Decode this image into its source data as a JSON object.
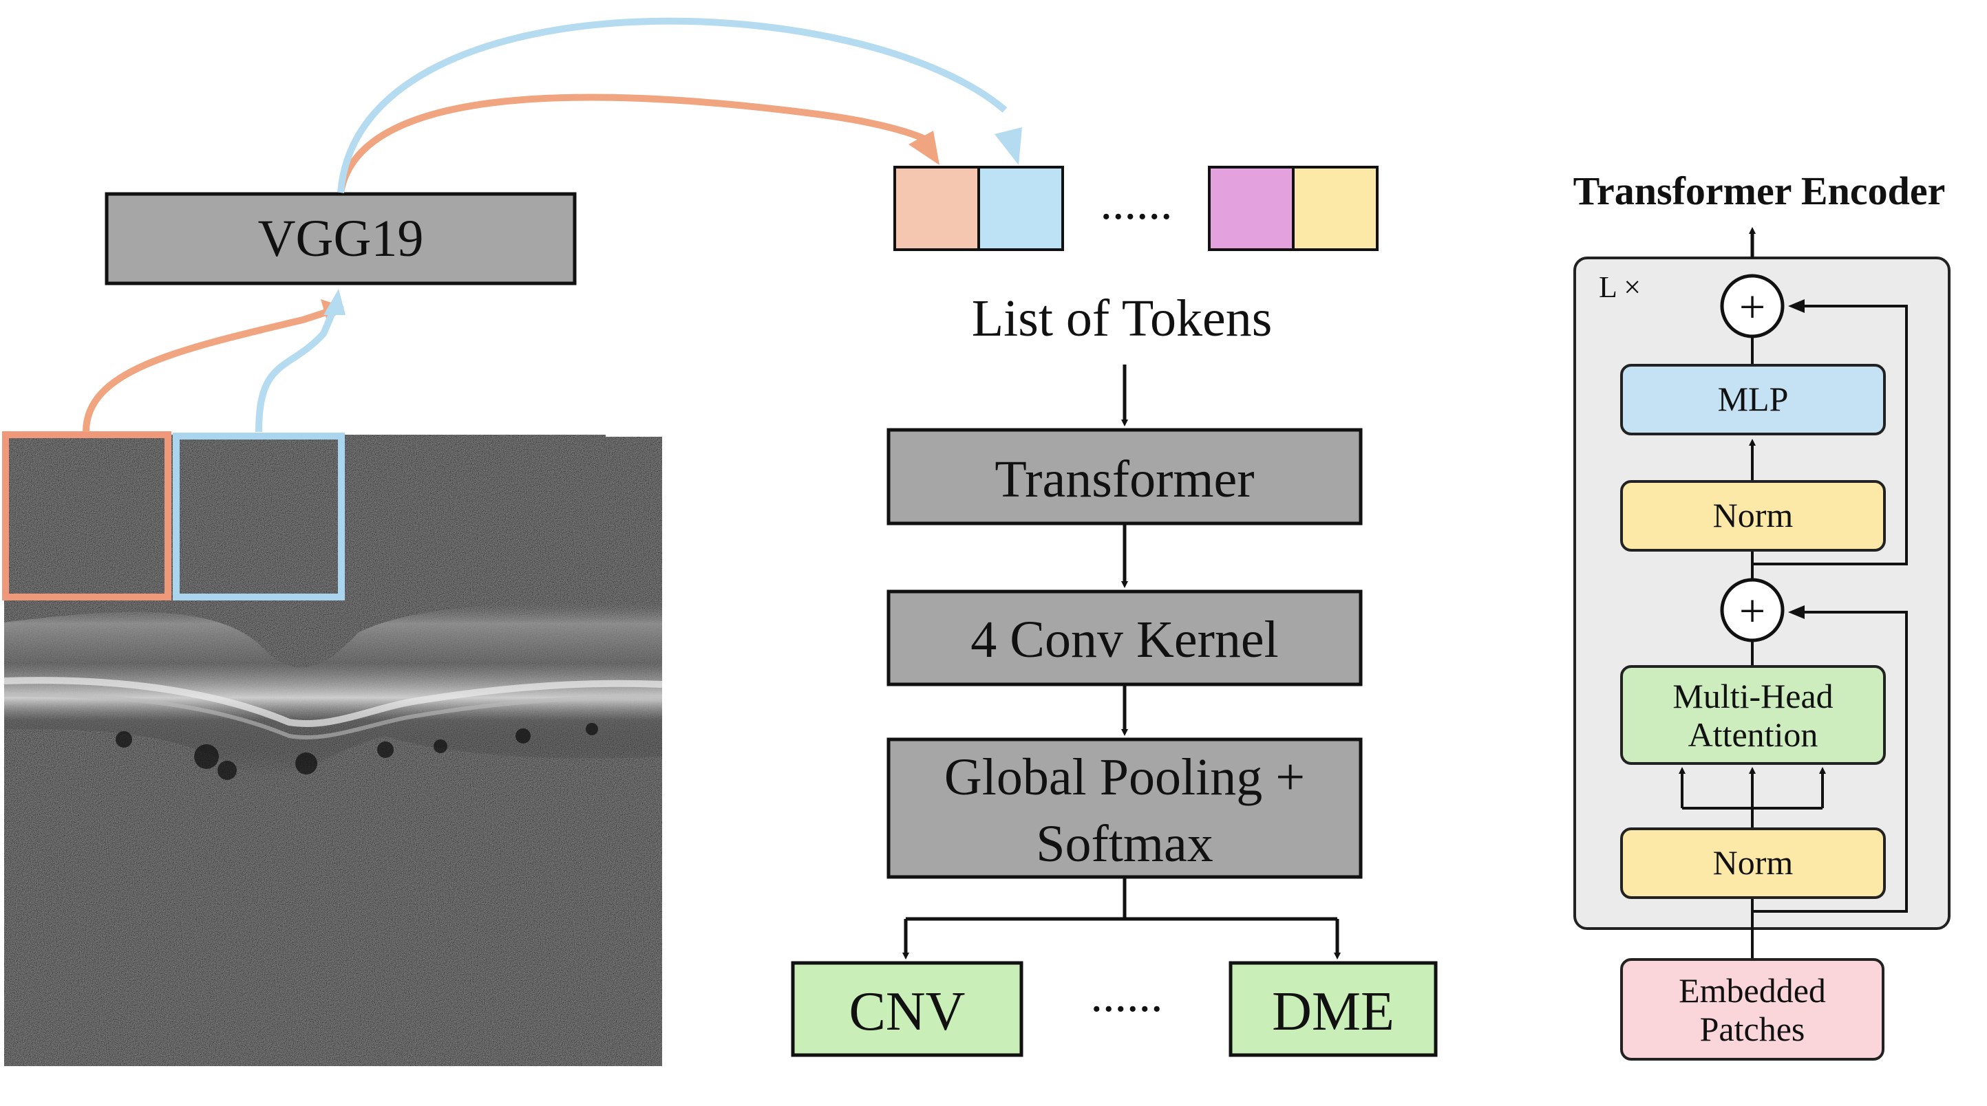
{
  "vgg": {
    "label": "VGG19"
  },
  "tokens": {
    "dots": "......",
    "caption": "List of Tokens"
  },
  "pipeline": {
    "transformer": "Transformer",
    "conv": "4 Conv Kernel",
    "pooling_line1": "Global Pooling +",
    "pooling_line2": "Softmax",
    "output_left": "CNV",
    "output_dots": "......",
    "output_right": "DME"
  },
  "encoder": {
    "title": "Transformer Encoder",
    "repeat": "L ×",
    "plus_symbol": "+",
    "mlp": "MLP",
    "norm_top": "Norm",
    "attention_line1": "Multi-Head",
    "attention_line2": "Attention",
    "norm_bottom": "Norm",
    "embedded_line1": "Embedded",
    "embedded_line2": "Patches"
  },
  "colors": {
    "orange_patch": "#f0987a",
    "blue_patch": "#a9d6ee",
    "token_orange": "#f6c7b0",
    "token_blue": "#bde1f5",
    "token_pink": "#e3a1dd",
    "token_yellow": "#fde9a7",
    "gray_box": "#a6a6a6",
    "green_box": "#c9eeb7",
    "mlp_blue": "#c5e2f5",
    "norm_yellow": "#fde9a7",
    "attention_green": "#cdedbe",
    "embedded_pink": "#fad6da",
    "encoder_bg": "#ebebeb"
  }
}
